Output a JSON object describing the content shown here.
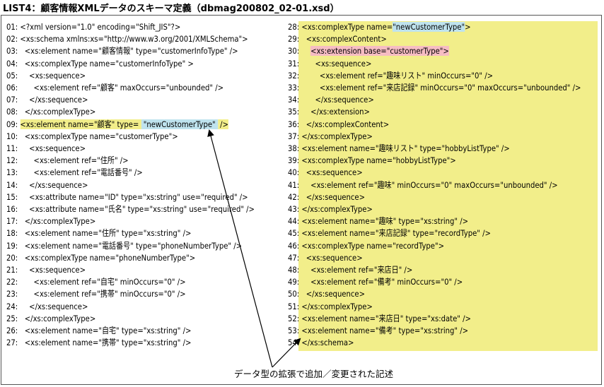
{
  "title": "LIST4：顧客情報XMLデータのスキーマ定義（dbmag200802_02-01.xsd）",
  "left_lines": [
    "01: <?xml version=\"1.0\" encoding=\"Shift_JIS\"?>",
    "02: <xs:schema xmlns:xs=\"http://www.w3.org/2001/XMLSchema\">",
    "03:   <xs:element name=\"顧客情報\" type=\"customerInfoType\" />",
    "04:   <xs:complexType name=\"customerInfoType\" >",
    "05:     <xs:sequence>",
    "06:       <xs:element ref=\"顧客\" maxOccurs=\"unbounded\" />",
    "07:     </xs:sequence>",
    "08:   </xs:complexType>",
    "09:",
    "10:   <xs:complexType name=\"customerType\">",
    "11:     <xs:sequence>",
    "12:       <xs:element ref=\"住所\" />",
    "13:       <xs:element ref=\"電話番号\" />",
    "14:     </xs:sequence>",
    "15:     <xs:attribute name=\"ID\" type=\"xs:string\" use=\"required\" />",
    "16:     <xs:attribute name=\"氏名\" type=\"xs:string\" use=\"required\" />",
    "17:   </xs:complexType>",
    "18:   <xs:element name=\"住所\" type=\"xs:string\" />",
    "19:   <xs:element name=\"電話番号\" type=\"phoneNumberType\" />",
    "20:   <xs:complexType name=\"phoneNumberType\">",
    "21:     <xs:sequence>",
    "22:       <xs:element ref=\"自宅\" minOccurs=\"0\" />",
    "23:       <xs:element ref=\"携帯\" minOccurs=\"0\" />",
    "24:     </xs:sequence>",
    "25:   </xs:complexType>",
    "26:   <xs:element name=\"自宅\" type=\"xs:string\" />",
    "27:   <xs:element name=\"携帯\" type=\"xs:string\" />"
  ],
  "line09": {
    "prefix": "09: ",
    "part1": "<xs:element name=\"顧客\" type= ",
    "part2": " \"newCustomerType\" ",
    "part3": " />"
  },
  "right_lines": [
    "28:",
    "29:   <xs:complexContent>",
    "30:",
    "31:       <xs:sequence>",
    "32:         <xs:element ref=\"趣味リスト\" minOccurs=\"0\" />",
    "33:         <xs:element ref=\"来店記録\" minOccurs=\"0\" maxOccurs=\"unbounded\" />",
    "34:       </xs:sequence>",
    "35:     </xs:extension>",
    "36:   </xs:complexContent>",
    "37: </xs:complexType>",
    "38: <xs:element name=\"趣味リスト\" type=\"hobbyListType\" />",
    "39: <xs:complexType name=\"hobbyListType\">",
    "40:   <xs:sequence>",
    "41:     <xs:element ref=\"趣味\" minOccurs=\"0\" maxOccurs=\"unbounded\" />",
    "42:   </xs:sequence>",
    "43: </xs:complexType>",
    "44: <xs:element name=\"趣味\" type=\"xs:string\" />",
    "45: <xs:element name=\"来店記録\" type=\"recordType\" />",
    "46: <xs:complexType name=\"recordType\">",
    "47:   <xs:sequence>",
    "48:     <xs:element ref=\"来店日\" />",
    "49:     <xs:element ref=\"備考\" minOccurs=\"0\" />",
    "50:   </xs:sequence>",
    "51: </xs:complexType>",
    "52: <xs:element name=\"来店日\" type=\"xs:date\" />",
    "53: <xs:element name=\"備考\" type=\"xs:string\" />",
    "54: </xs:schema>"
  ],
  "line28": {
    "prefix": "28: ",
    "part1": "<xs:complexType name=",
    "part2": "\"newCustomerType\"",
    "part3": ">"
  },
  "line30": {
    "prefix": "30:     ",
    "part1": "<xs:extension base=\"customerType\">"
  },
  "caption": "データ型の拡張で追加／変更された記述",
  "colors": {
    "highlight_yellow": "#f2ee8a",
    "highlight_blue": "#bfe3ee",
    "highlight_pink": "#f6bcc3"
  }
}
